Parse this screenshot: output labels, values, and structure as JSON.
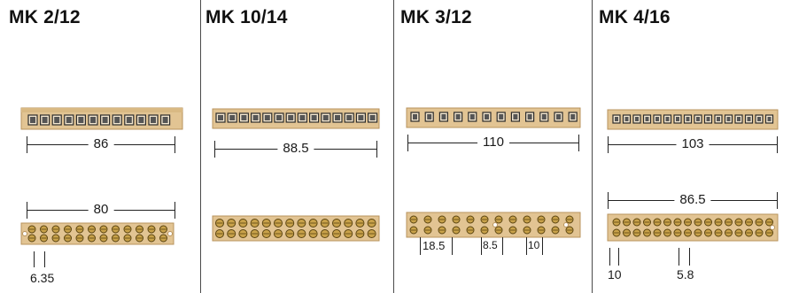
{
  "products": [
    {
      "title": "MK 2/12",
      "top_dim": "86",
      "bottom_dim": "80",
      "pitch_label": "6.35"
    },
    {
      "title": "MK 10/14",
      "top_dim": "88.5",
      "bottom_dim": ""
    },
    {
      "title": "MK 3/12",
      "top_dim": "110",
      "spacings": [
        "18.5",
        "8.5",
        "10"
      ]
    },
    {
      "title": "MK 4/16",
      "top_dim": "103",
      "bottom_dim": "86.5",
      "spacings": [
        "10",
        "5.8"
      ]
    }
  ],
  "colors": {
    "strip_body": "#e2c493",
    "strip_edge": "#b8935c",
    "terminal_dark": "#2c2c2c",
    "screw_brass": "#c9a24a"
  }
}
